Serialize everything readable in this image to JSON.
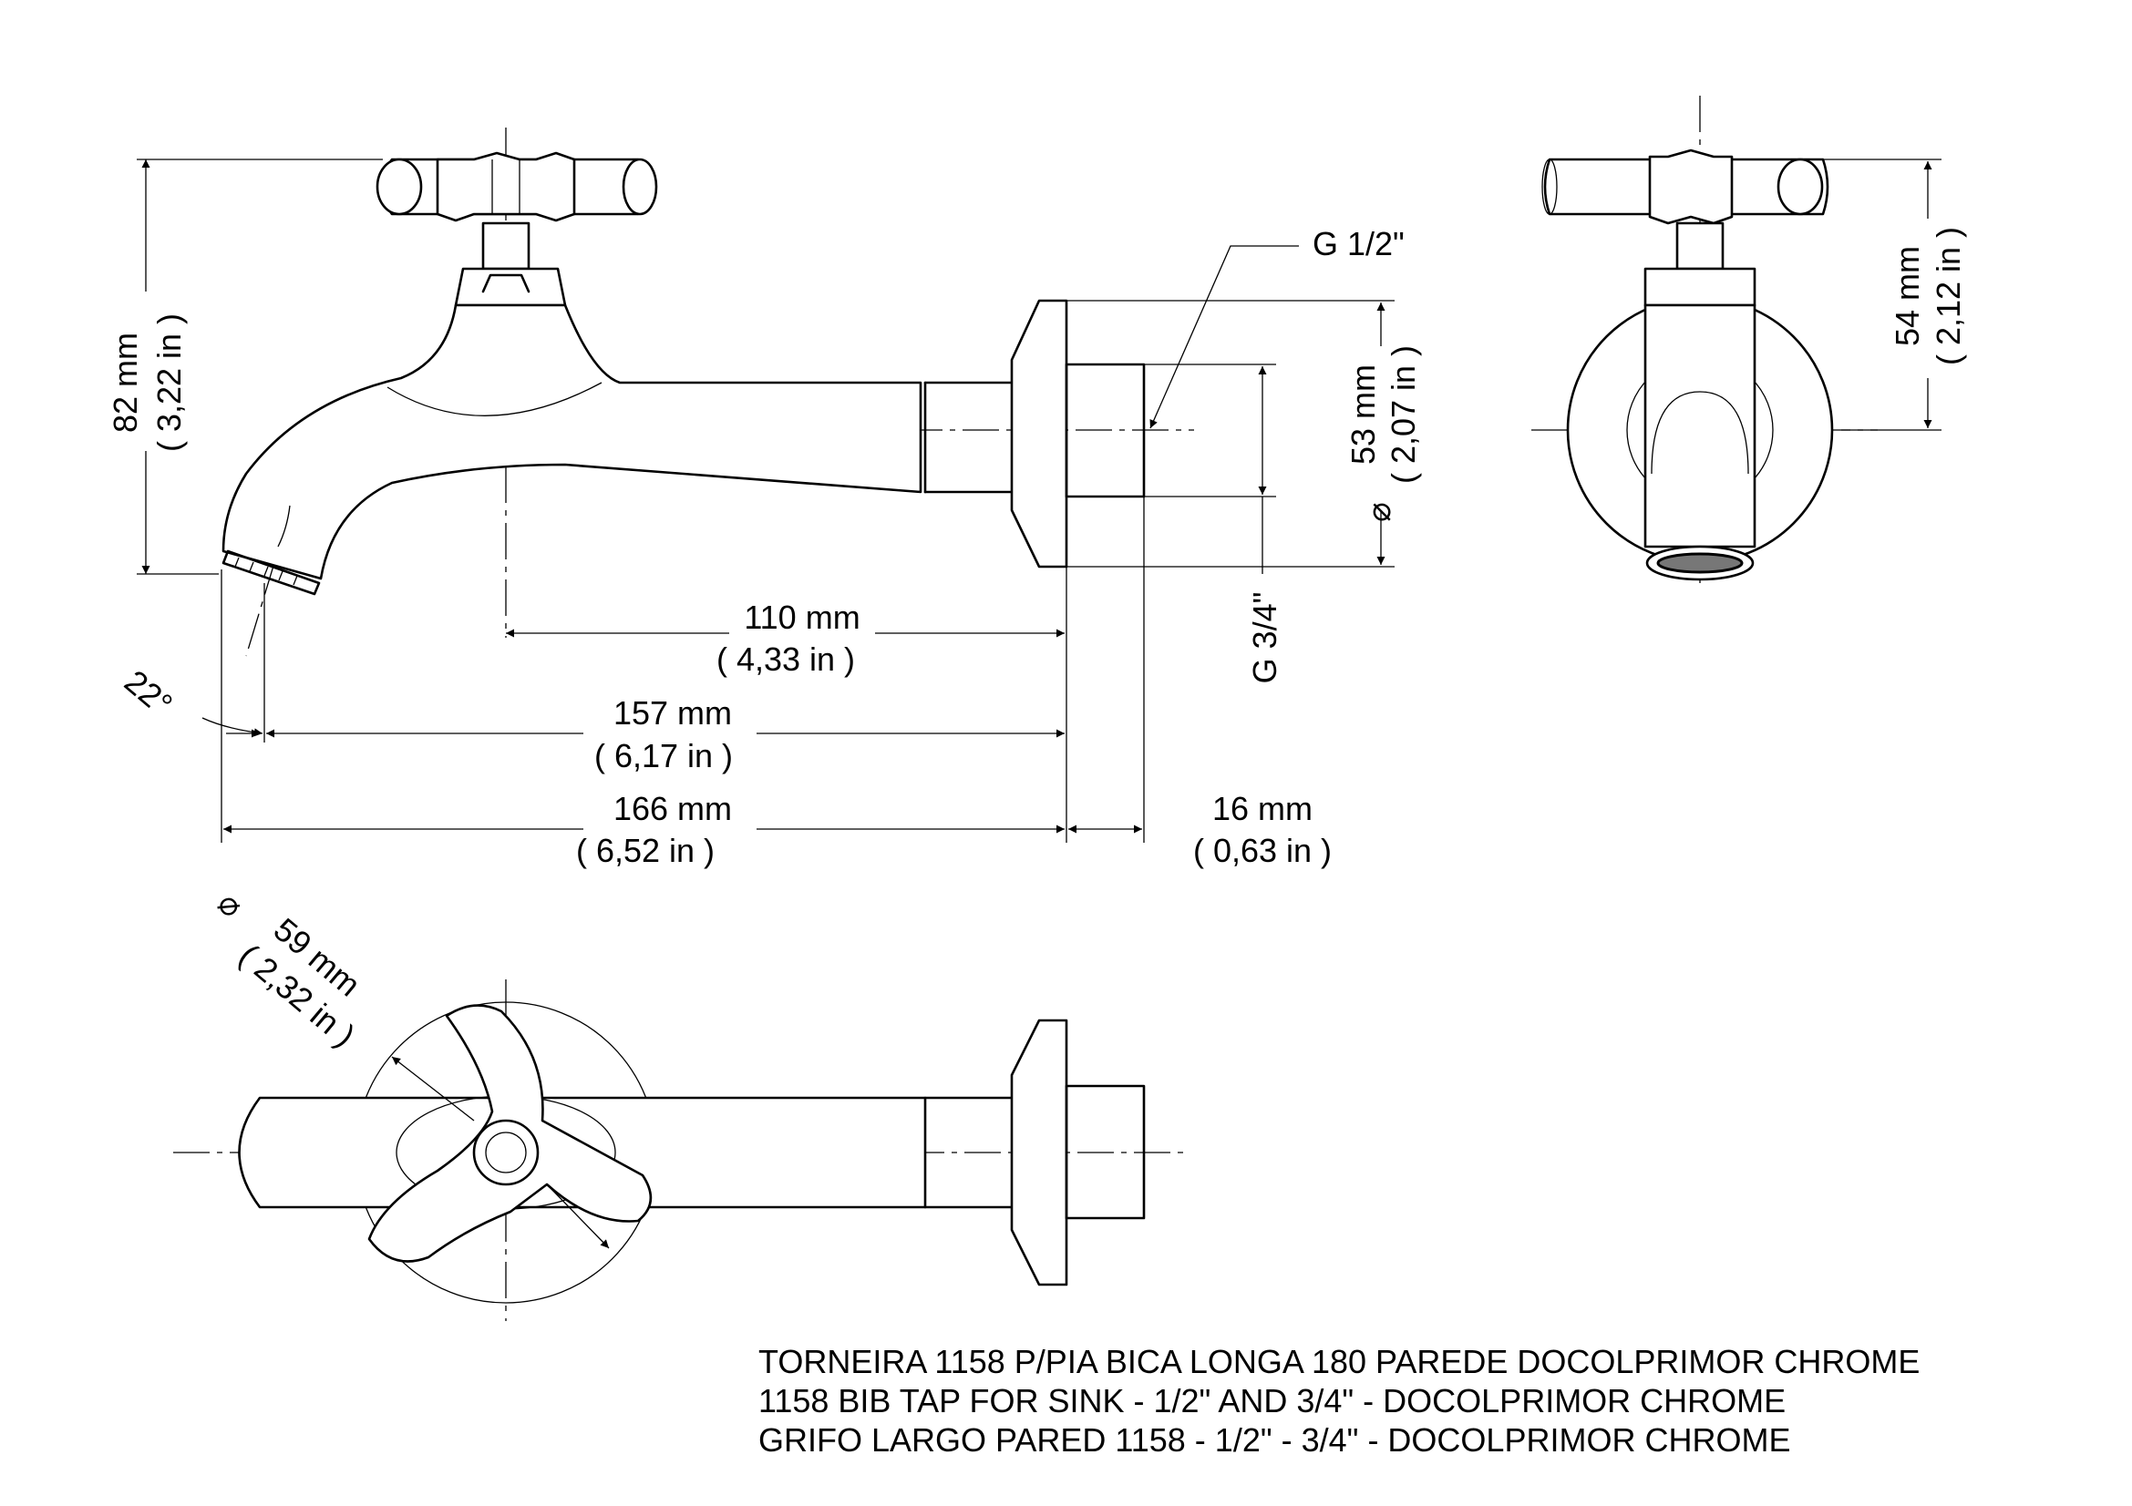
{
  "colors": {
    "line": "#000000",
    "thread_fill": "#777777",
    "background": "#ffffff"
  },
  "dimensions": {
    "height_total": {
      "mm": "82 mm",
      "in": "( 3,22 in )"
    },
    "angle": "22°",
    "to_axis": {
      "mm": "110 mm",
      "in": "( 4,33 in )"
    },
    "to_nozzle": {
      "mm": "157 mm",
      "in": "( 6,17 in )"
    },
    "overall": {
      "mm": "166 mm",
      "in": "( 6,52 in )"
    },
    "thread_length": {
      "mm": "16 mm",
      "in": "( 0,63 in )"
    },
    "flange_diameter": {
      "symbol": "⌀",
      "mm": "53 mm",
      "in": "( 2,07 in )"
    },
    "thread_inner": "G 1/2\"",
    "thread_outer": "G 3/4\"",
    "side_height": {
      "mm": "54 mm",
      "in": "( 2,12 in )"
    },
    "handle_diameter": {
      "symbol": "⌀",
      "mm": "59 mm",
      "in": "( 2,32 in )"
    }
  },
  "caption": {
    "line1": "TORNEIRA 1158 P/PIA BICA LONGA 180 PAREDE  DOCOLPRIMOR CHROME",
    "line2": "1158 BIB TAP FOR SINK - 1/2\" AND 3/4\" - DOCOLPRIMOR CHROME",
    "line3": "GRIFO LARGO PARED 1158 - 1/2\" - 3/4\" - DOCOLPRIMOR CHROME"
  }
}
